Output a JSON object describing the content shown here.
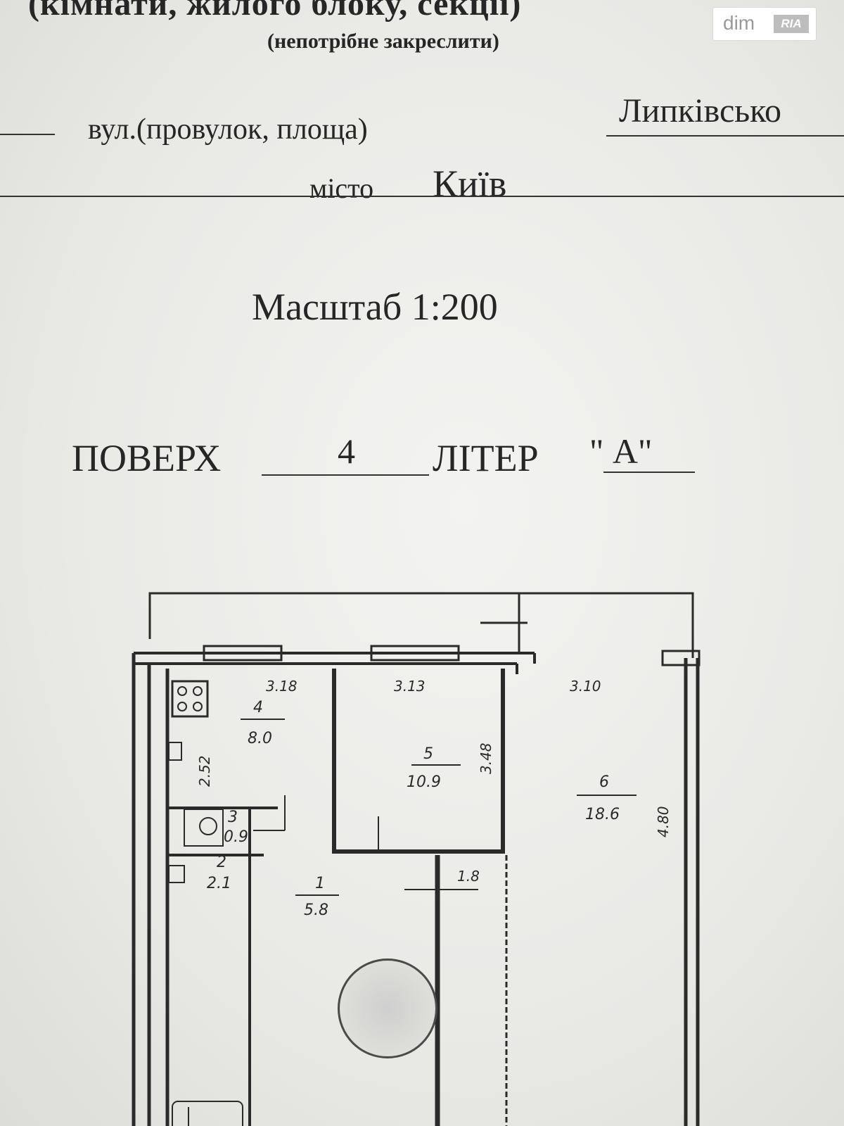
{
  "header": {
    "line1": "(кімнати, жилого блоку, секції)",
    "line2": "(непотрібне закреслити)",
    "street_label": "вул.(провулок, площа)",
    "street_value": "Липківсько",
    "city_label": "місто",
    "city_value": "Київ"
  },
  "scale": "Масштаб 1:200",
  "floor": {
    "label": "ПОВЕРХ",
    "value": "4"
  },
  "liter": {
    "label": "ЛІТЕР",
    "value": "\" А\""
  },
  "watermark": {
    "brand": "dim",
    "badge": "RIA"
  },
  "plan": {
    "rooms": [
      {
        "number": "4",
        "area": "8.0"
      },
      {
        "number": "5",
        "area": "10.9"
      },
      {
        "number": "6",
        "area": "18.6"
      },
      {
        "number": "3",
        "area": "0.9"
      },
      {
        "number": "2",
        "area": "2.1"
      },
      {
        "number": "1",
        "area": "5.8"
      }
    ],
    "dimensions": {
      "kitchen_width": "3.18",
      "room5_width": "3.13",
      "room6_width": "3.10",
      "kitchen_depth": "2.52",
      "room5_depth": "3.48",
      "room6_depth": "4.80",
      "closet_area": "1.8"
    }
  }
}
